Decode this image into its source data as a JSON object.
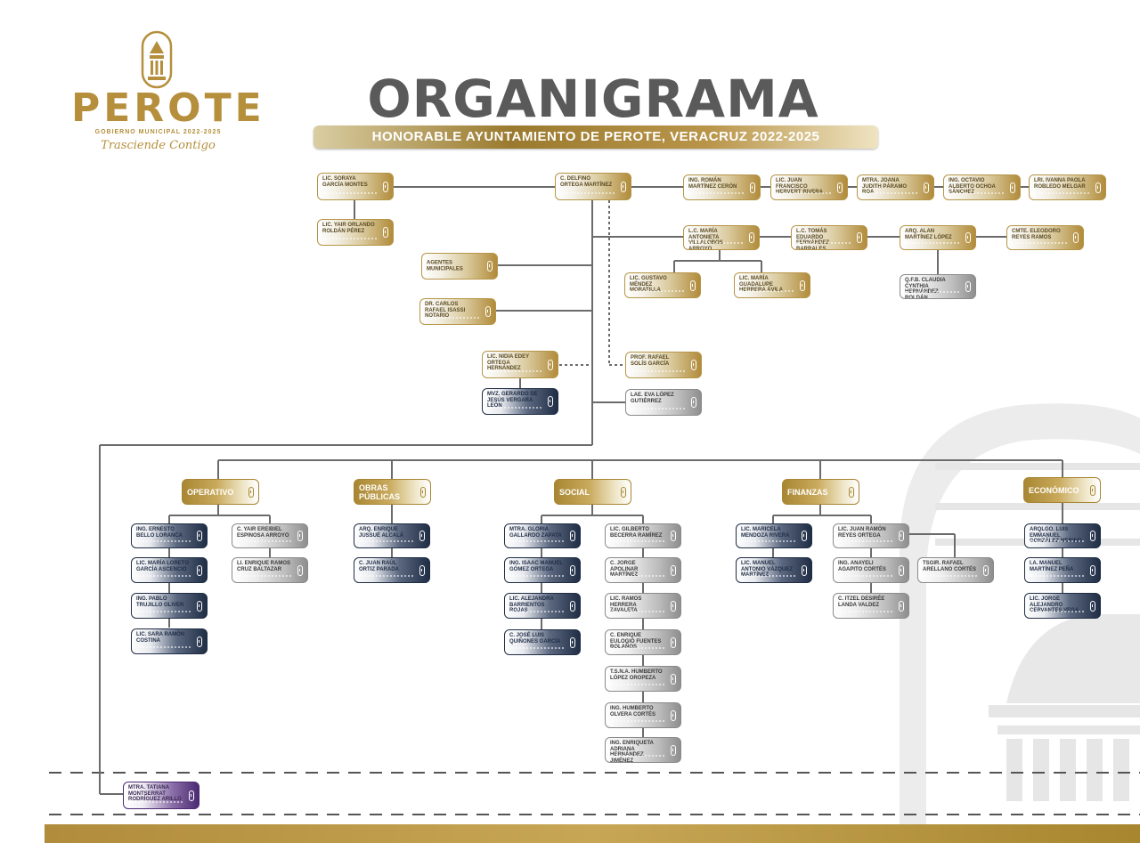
{
  "logo": {
    "word": "PEROTE",
    "sub": "GOBIERNO MUNICIPAL 2022-2025",
    "slogan": "Trasciende Contigo"
  },
  "title": "ORGANIGRAMA",
  "subtitle": "HONORABLE AYUNTAMIENTO DE PEROTE, VERACRUZ 2022-2025",
  "colors": {
    "gold": "#b58f3c",
    "navy": "#1f2d45",
    "gray": "#5a5a5a",
    "purple": "#4b2a72"
  },
  "top": {
    "sindica": "LIC. SORAYA GARCÍA MONTES",
    "suplente": "LIC. YAIR ORLANDO ROLDÁN PÉREZ",
    "presidente": "C. DELFINO ORTEGA MARTÍNEZ",
    "regidores": [
      "ING. ROMÁN MARTÍNEZ CERÓN",
      "LIC. JUAN FRANCISCO HERVERT RIVERA",
      "MTRA. JOANA JUDITH PÁRAMO ROA",
      "ING. OCTAVIO ALBERTO OCHOA SÁNCHEZ",
      "LRI. IVANNA PAOLA ROBLEDO MELGAR"
    ]
  },
  "second": {
    "secretaria": "L.C. MARÍA ANTONIETA VILLALOBOS ARROYO",
    "tomas": "L.C. TOMÁS EDUARDO FERNÁNDEZ BARRALES",
    "alan": "ARQ. ALAN MARTÍNEZ LÓPEZ",
    "eleodoro": "CMTE. ELEODORO REYES RAMOS",
    "gustavo": "LIC. GUSTAVO MÉNDEZ MORATILLA",
    "guadalupe": "LIC. MARÍA GUADALUPE HERRERA ÁVILA",
    "claudia": "Q.F.B. CLAUDIA CYNTHIA HERNÁNDEZ ROLDÁN",
    "agentes": "AGENTES MUNICIPALES",
    "carlos": "DR. CARLOS RAFAEL ISASSI NOTARIO",
    "nidia": "LIC. NIDIA EDEY ORTEGA HERNÁNDEZ",
    "gerardo": "MVZ. GERARDO DE JESÚS VERGARA LEÓN",
    "rafael": "PROF. RAFAEL SOLÍS GARCÍA",
    "eva": "LAE. EVA LÓPEZ GUTIÉRREZ"
  },
  "areas": {
    "operativo": "OPERATIVO",
    "obras": "OBRAS PÚBLICAS",
    "social": "SOCIAL",
    "finanzas": "FINANZAS",
    "economico": "ECONÓMICO"
  },
  "operativo": [
    "ING. ERNESTO BELLO LORANCA",
    "LIC. MARÍA LORETO GARCÍA ASCENCIO",
    "ING. PABLO TRUJILLO OLIVER",
    "LIC. SARA RAMÓN COSTINA",
    "C. YAIR EREIBIEL ESPINOSA ARROYO",
    "LI. ENRIQUE RAMOS CRUZ BALTAZAR"
  ],
  "obras": [
    "ARQ. ENRIQUE JUSSUÉ ALCALÁ",
    "C. JUAN RAÚL ORTIZ PARADA"
  ],
  "social": [
    "MTRA. GLORIA GALLARDO ZAPATA",
    "ING. ISAAC MANUEL GÓMEZ ORTEGA",
    "LIC. ALEJANDRA BARRIENTOS ROJAS",
    "C. JOSÉ LUIS QUIÑONES GARCÍA",
    "LIC. GILBERTO BECERRA RAMÍREZ",
    "C. JORGE APOLINAR MARTÍNEZ",
    "LIC. RAMOS HERRERA ZAVALETA",
    "C. ENRIQUE EULOGIO FUENTES BOLAÑOS",
    "T.S.N.A. HUMBERTO LÓPEZ OROPEZA",
    "ING. HUMBERTO OLVERA CORTÉS",
    "ING. ENRIQUETA ADRIANA HERNÁNDEZ JIMÉNEZ"
  ],
  "finanzas": [
    "LIC. MARICELA MENDOZA RIVERA",
    "LIC. MANUEL ANTONIO VÁZQUEZ MARTÍNEZ",
    "LIC. JUAN RAMÓN REYES ORTEGA",
    "ING. ANAYELI AGAPITO CORTÉS",
    "C. ITZEL DESIRÉE LANDA VALDEZ",
    "TSGIR. RAFAEL ARELLANO CORTÉS"
  ],
  "economico": [
    "ARQLGO. LUIS EMMANUEL GONZÁLEZ MERINO",
    "I.A. MANUEL MARTÍNEZ PEÑA",
    "LIC. JORGE ALEJANDRO CERVANTES VEGA"
  ],
  "dif": "MTRA. TATIANA MONTSERRAT RODRÍGUEZ ARILLO"
}
